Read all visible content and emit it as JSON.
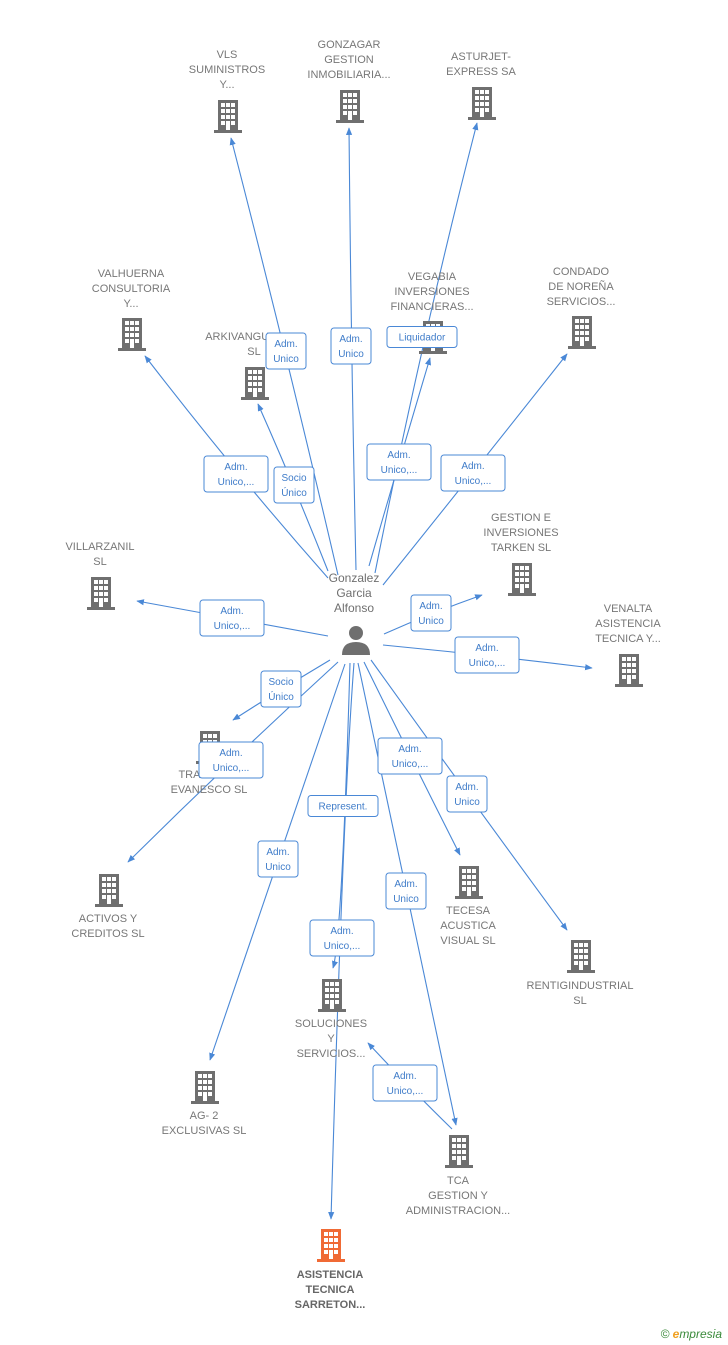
{
  "colors": {
    "edge": "#4a88d6",
    "edge_label_border": "#4a88d6",
    "edge_label_text": "#3f7cc9",
    "building": "#6f6f6f",
    "building_focus": "#f06a35",
    "person": "#6f6f6f",
    "label": "#777777"
  },
  "center": {
    "name_lines": [
      "Gonzalez",
      "Garcia",
      "Alfonso"
    ]
  },
  "nodes": [
    {
      "id": "vls",
      "lines": [
        "VLS",
        "SUMINISTROS",
        "Y..."
      ]
    },
    {
      "id": "gonzagar",
      "lines": [
        "GONZAGAR",
        "GESTION",
        "INMOBILIARIA..."
      ]
    },
    {
      "id": "asturjet",
      "lines": [
        "ASTURJET-",
        "EXPRESS SA"
      ]
    },
    {
      "id": "valhuerna",
      "lines": [
        "VALHUERNA",
        "CONSULTORIA",
        "Y..."
      ]
    },
    {
      "id": "arkivanguardia",
      "lines": [
        "ARKIVANGUARDIA",
        "SL"
      ]
    },
    {
      "id": "vegabia",
      "lines": [
        "VEGABIA",
        "INVERSIONES",
        "FINANCIERAS..."
      ]
    },
    {
      "id": "condado",
      "lines": [
        "CONDADO",
        "DE NOREÑA",
        "SERVICIOS..."
      ]
    },
    {
      "id": "gestion_tarken",
      "lines": [
        "GESTION E",
        "INVERSIONES",
        "TARKEN  SL"
      ]
    },
    {
      "id": "villarzanil",
      "lines": [
        "VILLARZANIL",
        "SL"
      ]
    },
    {
      "id": "venalta",
      "lines": [
        "VENALTA",
        "ASISTENCIA",
        "TECNICA Y..."
      ]
    },
    {
      "id": "trato",
      "lines": [
        "TRATO RAY",
        "EVANESCO  SL"
      ]
    },
    {
      "id": "activos",
      "lines": [
        "ACTIVOS Y",
        "CREDITOS SL"
      ]
    },
    {
      "id": "tecesa",
      "lines": [
        "TECESA",
        "ACUSTICA",
        "VISUAL  SL"
      ]
    },
    {
      "id": "rentigindustrial",
      "lines": [
        "RENTIGINDUSTRIAL",
        "SL"
      ]
    },
    {
      "id": "soluciones",
      "lines": [
        "SOLUCIONES",
        "Y",
        "SERVICIOS..."
      ]
    },
    {
      "id": "ag2",
      "lines": [
        "AG- 2",
        "EXCLUSIVAS SL"
      ]
    },
    {
      "id": "tca",
      "lines": [
        "TCA",
        "GESTION Y",
        "ADMINISTRACION..."
      ]
    },
    {
      "id": "asistencia",
      "lines": [
        "ASISTENCIA",
        "TECNICA",
        "SARRETON..."
      ]
    }
  ],
  "edges": [
    {
      "to": "vls",
      "label": [
        "Adm.",
        "Unico"
      ]
    },
    {
      "to": "gonzagar",
      "label": [
        "Adm.",
        "Unico"
      ]
    },
    {
      "to": "asturjet",
      "label": [
        "Liquidador"
      ]
    },
    {
      "to": "vegabia",
      "label": [
        "Adm.",
        "Unico,..."
      ]
    },
    {
      "to": "valhuerna",
      "label": [
        "Adm.",
        "Unico,..."
      ]
    },
    {
      "to": "arkivanguardia",
      "label": [
        "Socio",
        "Único"
      ]
    },
    {
      "to": "condado",
      "label": [
        "Adm.",
        "Unico,..."
      ]
    },
    {
      "to": "villarzanil",
      "label": [
        "Adm.",
        "Unico,..."
      ]
    },
    {
      "to": "gestion_tarken",
      "label": [
        "Adm.",
        "Unico"
      ]
    },
    {
      "to": "venalta",
      "label": [
        "Adm.",
        "Unico,..."
      ]
    },
    {
      "to": "trato",
      "label": [
        "Socio",
        "Único"
      ]
    },
    {
      "to": "activos",
      "label": [
        "Adm.",
        "Unico,..."
      ]
    },
    {
      "to": "tecesa",
      "label": [
        "Adm.",
        "Unico,..."
      ]
    },
    {
      "to": "rentigindustrial",
      "label": [
        "Adm.",
        "Unico"
      ]
    },
    {
      "to": "asistencia",
      "label": [
        "Represent."
      ]
    },
    {
      "to": "ag2",
      "label": [
        "Adm.",
        "Unico"
      ]
    },
    {
      "to": "soluciones",
      "label": [
        "Adm.",
        "Unico,..."
      ]
    },
    {
      "to": "tca",
      "label": [
        "Adm.",
        "Unico"
      ]
    },
    {
      "from": "tca",
      "to": "soluciones",
      "label": [
        "Adm.",
        "Unico,..."
      ]
    }
  ],
  "brand": {
    "copyright": "©",
    "e": "e",
    "rest": "mpresia"
  }
}
